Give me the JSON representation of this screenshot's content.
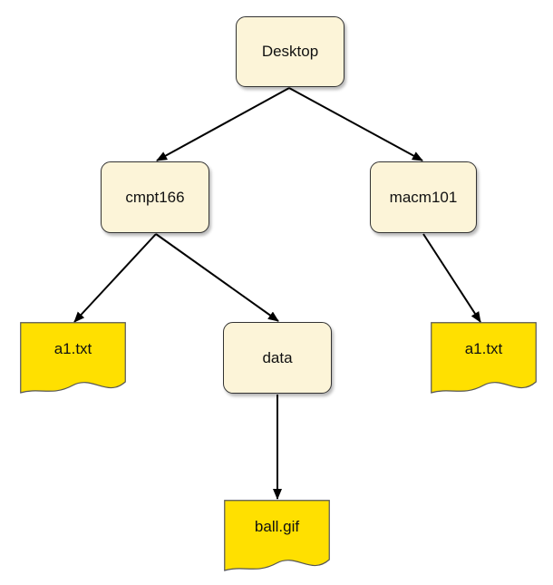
{
  "nodes": {
    "desktop": "Desktop",
    "cmpt166": "cmpt166",
    "macm101": "macm101",
    "data": "data"
  },
  "files": {
    "a1_left": "a1.txt",
    "ball_gif": "ball.gif",
    "a1_right": "a1.txt"
  },
  "colors": {
    "folder_fill": "#fcf4d8",
    "file_fill": "#ffe000",
    "stroke": "#333333"
  },
  "icons": {
    "folder": "rounded-rectangle",
    "file": "document-wavy-bottom"
  }
}
